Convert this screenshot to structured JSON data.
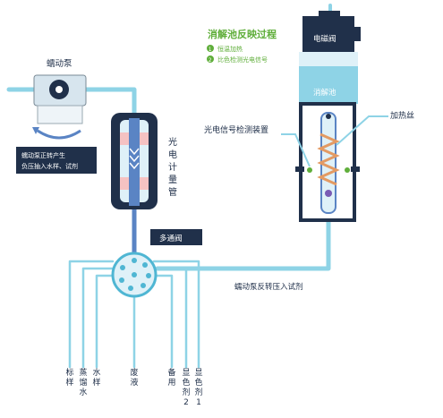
{
  "colors": {
    "pipe": "#8ed3e6",
    "pipe_dark": "#4fb6d3",
    "navy": "#20304a",
    "tube_blue": "#5a84c4",
    "accent_green": "#5fae3a",
    "heater_orange": "#e39a63",
    "pale_blue": "#dff1f8"
  },
  "legend": {
    "title": "消解池反映过程",
    "items": [
      {
        "num": "1",
        "text": "恒温加热"
      },
      {
        "num": "2",
        "text": "比色检测光电信号"
      }
    ]
  },
  "pump": {
    "title": "蠕动泵",
    "note_line1": "蠕动泵正转产生",
    "note_line2": "负压抽入水样、试剂"
  },
  "meter": {
    "chars": [
      "光",
      "电",
      "计",
      "量",
      "管"
    ]
  },
  "valve": {
    "label": "多通阀"
  },
  "cell": {
    "valve_label": "电磁阀",
    "cell_label": "消解池"
  },
  "callouts": {
    "photo_detector": "光电信号检测装置",
    "heater_wire": "加热丝",
    "reverse_pump": "蠕动泵反转压入试剂"
  },
  "channels": [
    {
      "chars": [
        "标",
        "样"
      ]
    },
    {
      "chars": [
        "蒸",
        "馏",
        "水"
      ]
    },
    {
      "chars": [
        "水",
        "样"
      ]
    },
    {
      "chars": [
        "废",
        "液"
      ]
    },
    {
      "chars": [
        "备",
        "用"
      ]
    },
    {
      "chars": [
        "显",
        "色",
        "剂",
        "2"
      ]
    },
    {
      "chars": [
        "显",
        "色",
        "剂",
        "1"
      ]
    }
  ]
}
